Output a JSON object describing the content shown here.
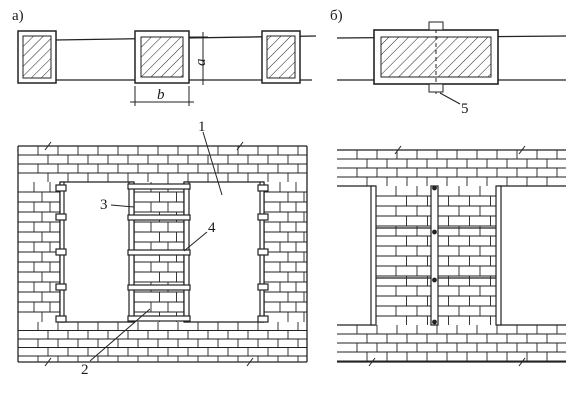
{
  "figure": {
    "panel_a_label": "а)",
    "panel_b_label": "б)",
    "dimension_a": "a",
    "dimension_b": "b",
    "callouts": {
      "c1": "1",
      "c2": "2",
      "c3": "3",
      "c4": "4",
      "c5": "5"
    }
  }
}
